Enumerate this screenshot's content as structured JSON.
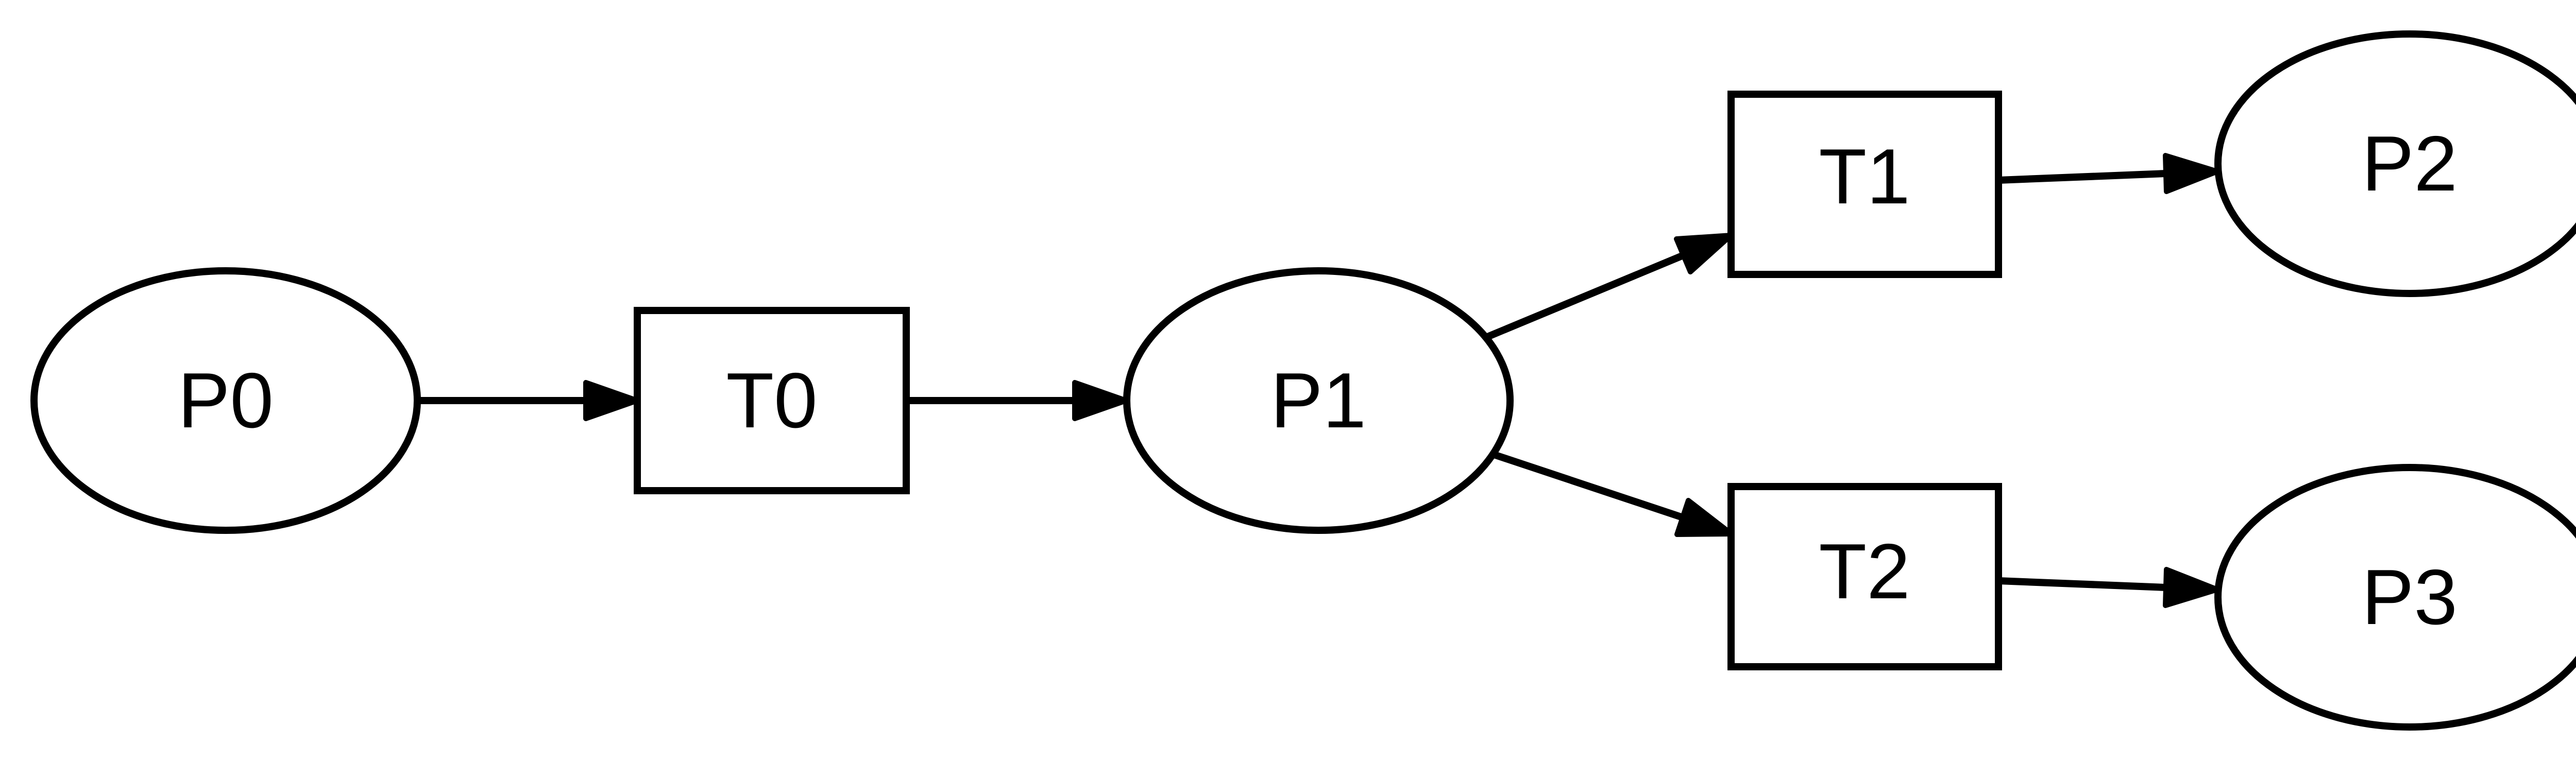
{
  "diagram": {
    "type": "petri-net",
    "colors": {
      "stroke": "#000000",
      "fill": "#ffffff",
      "text": "#000000"
    },
    "nodes": {
      "p0": {
        "label": "P0",
        "kind": "place"
      },
      "t0": {
        "label": "T0",
        "kind": "transition"
      },
      "p1": {
        "label": "P1",
        "kind": "place"
      },
      "t1": {
        "label": "T1",
        "kind": "transition"
      },
      "p2": {
        "label": "P2",
        "kind": "place"
      },
      "t2": {
        "label": "T2",
        "kind": "transition"
      },
      "p3": {
        "label": "P3",
        "kind": "place"
      }
    },
    "edges": [
      {
        "from": "P0",
        "to": "T0"
      },
      {
        "from": "T0",
        "to": "P1"
      },
      {
        "from": "P1",
        "to": "T1"
      },
      {
        "from": "P1",
        "to": "T2"
      },
      {
        "from": "T1",
        "to": "P2"
      },
      {
        "from": "T2",
        "to": "P3"
      }
    ]
  }
}
